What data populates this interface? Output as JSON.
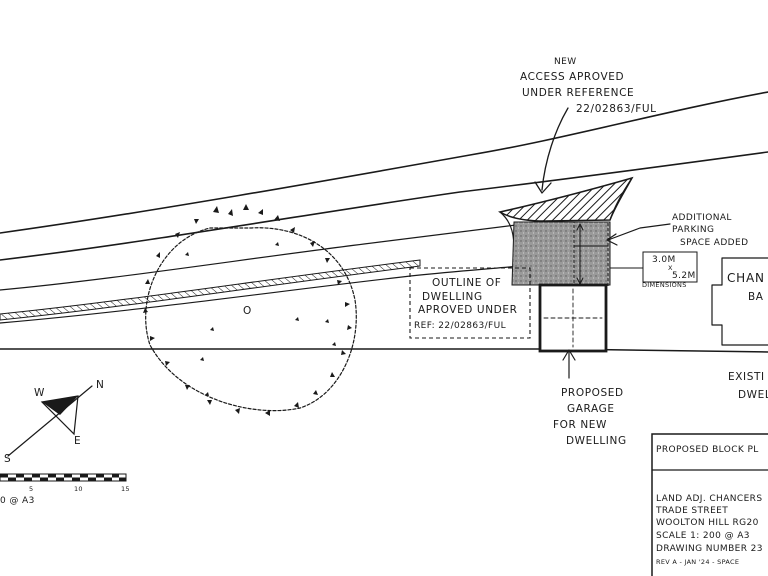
{
  "labels": {
    "access": [
      "NEW",
      "ACCESS APROVED",
      "UNDER REFERENCE",
      "22/02863/FUL"
    ],
    "parking": [
      "ADDITIONAL",
      "PARKING",
      "SPACE ADDED"
    ],
    "parking_dims": [
      "3.0M",
      "X",
      "5.2M"
    ],
    "dimensions": "DIMENSIONS",
    "outline": [
      "OUTLINE OF",
      "DWELLING",
      "APROVED UNDER",
      "REF: 22/02863/FUL"
    ],
    "garage": [
      "PROPOSED",
      "GARAGE",
      "FOR NEW",
      "DWELLING"
    ],
    "existing_building": [
      "CHAN",
      "BA"
    ],
    "existing_dwelling": [
      "EXISTI",
      "DWEL"
    ],
    "tree_mark": "O"
  },
  "compass": {
    "w": "W",
    "n": "N",
    "e": "E",
    "s": "S"
  },
  "scale_bar": {
    "ticks": [
      "5",
      "10",
      "15"
    ],
    "note": "0 @ A3"
  },
  "title_block": {
    "title": "PROPOSED BLOCK PL",
    "lines": [
      "LAND ADJ. CHANCERS",
      "TRADE STREET",
      "WOOLTON HILL RG20",
      "SCALE 1: 200 @ A3",
      "DRAWING NUMBER 23",
      "REV A - JAN '24 - SPACE"
    ]
  }
}
